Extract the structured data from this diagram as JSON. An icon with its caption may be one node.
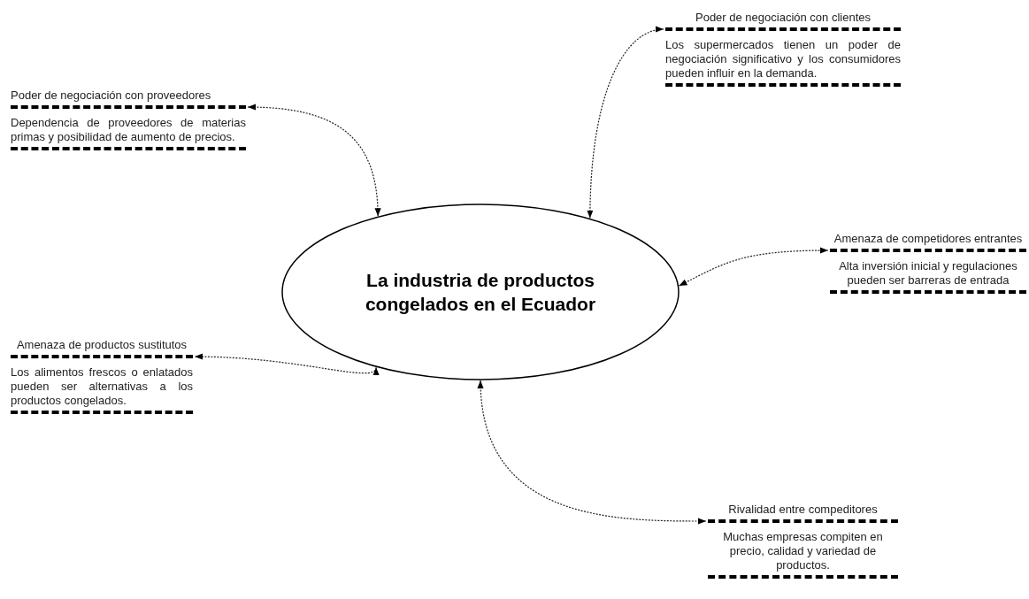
{
  "diagram": {
    "nodes": [
      {
        "text": [
          "La industria de productos congelados en el Ecuador"
        ]
      },
      {
        "text": [
          "Poder de negociación con proveedores",
          "Dependencia de proveedores de materias primas y posibilidad de aumento de precios."
        ]
      },
      {
        "text": [
          "Poder de negociación con clientes",
          "Los supermercados tienen un poder de negociación significativo y los consumidores pueden influir en la demanda."
        ]
      },
      {
        "text": [
          "Amenaza de competidores entrantes",
          "Alta inversión inicial y regulaciones pueden ser barreras de entrada"
        ]
      },
      {
        "text": [
          "Amenaza de productos sustitutos",
          "Los alimentos frescos o enlatados pueden ser alternativas a los productos congelados."
        ]
      },
      {
        "text": [
          "Rivalidad entre compeditores",
          "Muchas empresas compiten en precio, calidad y variedad de productos."
        ]
      }
    ],
    "edges": [
      {
        "from": 0,
        "to": 1,
        "arrow": "both"
      },
      {
        "from": 0,
        "to": 2,
        "arrow": "both"
      },
      {
        "from": 0,
        "to": 3,
        "arrow": "both"
      },
      {
        "from": 0,
        "to": 4,
        "arrow": "both"
      },
      {
        "from": 0,
        "to": 5,
        "arrow": "both"
      }
    ]
  }
}
